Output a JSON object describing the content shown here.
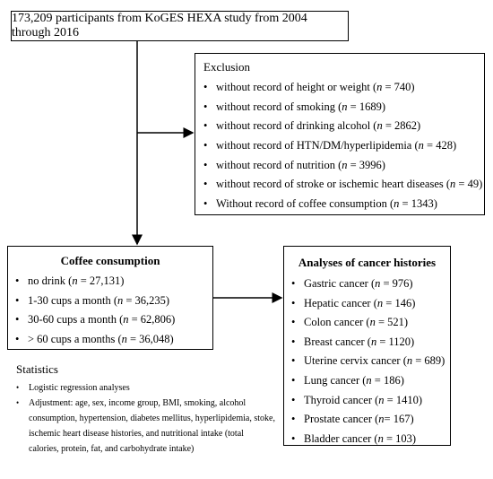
{
  "title": "173,209 participants from KoGES HEXA study from 2004 through 2016",
  "exclusion": {
    "header": "Exclusion",
    "items": [
      {
        "pre": "without  record of height or weight (",
        "n": "n",
        "post": " = 740)"
      },
      {
        "pre": "without  record of smoking (",
        "n": "n",
        "post": " = 1689)"
      },
      {
        "pre": "without  record of drinking  alcohol (",
        "n": "n",
        "post": " = 2862)"
      },
      {
        "pre": "without  record of HTN/DM/hyperlipidemia  (",
        "n": "n",
        "post": " = 428)"
      },
      {
        "pre": "without  record of nutrition  (",
        "n": "n",
        "post": " = 3996)"
      },
      {
        "pre": "without  record of stroke or ischemic heart diseases  (",
        "n": "n",
        "post": " = 49)"
      },
      {
        "pre": "Without record  of coffee consumption (",
        "n": "n",
        "post": " = 1343)"
      }
    ]
  },
  "coffee": {
    "header": "Coffee consumption",
    "items": [
      {
        "pre": "no drink  (",
        "n": "n",
        "post": " = 27,131)"
      },
      {
        "pre": "1-30  cups a month (",
        "n": "n",
        "post": " = 36,235)"
      },
      {
        "pre": "30-60   cups a month (",
        "n": "n",
        "post": " = 62,806)"
      },
      {
        "pre": "> 60 cups a months (",
        "n": "n",
        "post": " = 36,048)"
      }
    ]
  },
  "cancer": {
    "header": "Analyses of cancer histories",
    "items": [
      {
        "pre": "Gastric cancer (",
        "n": "n",
        "post": " = 976)"
      },
      {
        "pre": "Hepatic cancer (",
        "n": "n",
        "post": " = 146)"
      },
      {
        "pre": "Colon cancer (",
        "n": "n",
        "post": " = 521)"
      },
      {
        "pre": "Breast cancer (",
        "n": "n",
        "post": " = 1120)"
      },
      {
        "pre": "Uterine cervix cancer (",
        "n": "n",
        "post": " = 689)"
      },
      {
        "pre": "Lung cancer (",
        "n": "n",
        "post": " = 186)"
      },
      {
        "pre": "Thyroid cancer (",
        "n": "n",
        "post": " = 1410)"
      },
      {
        "pre": "Prostate cancer (",
        "n": "n",
        "post": "= 167)"
      },
      {
        "pre": "Bladder cancer (",
        "n": "n",
        "post": " = 103)"
      }
    ]
  },
  "statistics": {
    "header": "Statistics",
    "items": [
      "Logistic regression analyses",
      "Adjustment: age, sex, income group, BMI, smoking, alcohol consumption, hypertension, diabetes mellitus, hyperlipidemia,  stoke, ischemic heart disease histories, and nutritional intake (total calories, protein, fat, and carbohydrate  intake)"
    ]
  }
}
